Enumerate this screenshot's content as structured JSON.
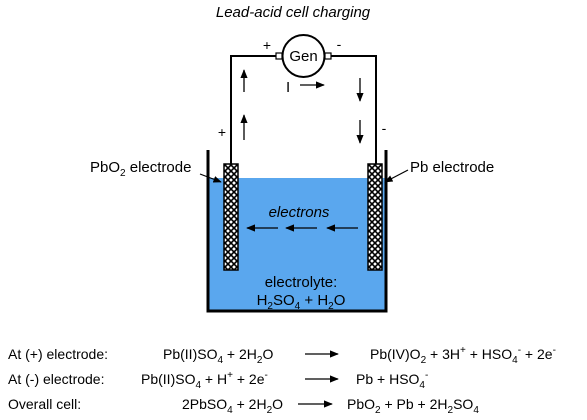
{
  "title": "Lead-acid cell charging",
  "generator": {
    "label": "Gen",
    "plus": "+",
    "minus": "-"
  },
  "current": {
    "label": "I"
  },
  "terminals": {
    "left_sign": "+",
    "right_sign": "-"
  },
  "electrodes": {
    "left": {
      "label_main": "PbO",
      "label_sub": "2",
      "label_rest": " electrode"
    },
    "right": {
      "label": "Pb electrode"
    }
  },
  "electrons_label": "electrons",
  "electrolyte": {
    "line1": "electrolyte:",
    "h": "H",
    "h_sub": "2",
    "so": "SO",
    "so_sub": "4",
    "plus": " + H",
    "o_sub": "2",
    "o": "O"
  },
  "colors": {
    "electrolyte": "#5aa7ee",
    "ink": "#000000",
    "background": "#ffffff"
  },
  "reactions": [
    {
      "site": "At (+) electrode:",
      "lhs": "Pb(II)SO4 + 2H2O",
      "rhs": "Pb(IV)O2 + 3H+ + HSO4- + 2e-"
    },
    {
      "site": "At (-) electrode:",
      "lhs": "Pb(II)SO4 + H+ + 2e-",
      "rhs": "Pb + HSO4-"
    },
    {
      "site": "Overall cell:",
      "lhs": "2PbSO4 + 2H2O",
      "rhs": "PbO2 + Pb + 2H2SO4"
    }
  ]
}
